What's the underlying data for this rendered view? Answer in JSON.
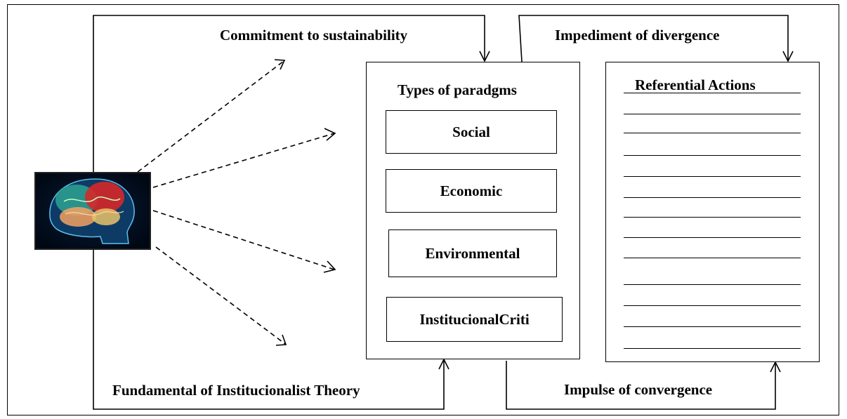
{
  "labels": {
    "commitment": "Commitment to sustainability",
    "impediment": "Impediment of divergence",
    "fundamental": "Fundamental of Institucionalist Theory",
    "impulse": "Impulse of  convergence"
  },
  "paradigms": {
    "title": "Types of paradgms",
    "items": [
      "Social",
      "Economic",
      "Environmental",
      "InstitucionalCriti"
    ]
  },
  "referential": {
    "title": "Referential Actions"
  },
  "image": {
    "icon": "brain-head-icon"
  },
  "colors": {
    "line": "#000000",
    "background": "#ffffff"
  }
}
